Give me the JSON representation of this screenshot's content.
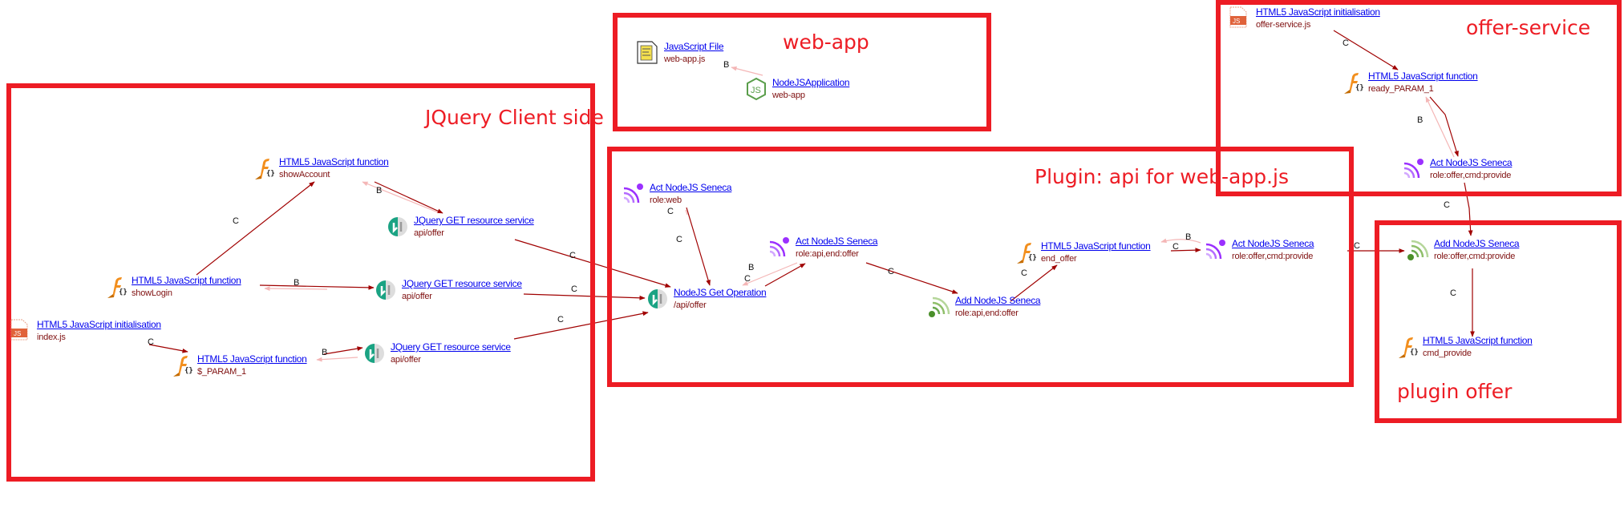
{
  "frames": [
    {
      "id": "jquery",
      "title": "JQuery Client side"
    },
    {
      "id": "webapp",
      "title": "web-app"
    },
    {
      "id": "plugin",
      "title": "Plugin: api for web-app.js"
    },
    {
      "id": "offerservice",
      "title": "offer-service"
    },
    {
      "id": "pluginoffer",
      "title": "plugin offer"
    }
  ],
  "nodes": [
    {
      "id": "showAccount",
      "type": "HTML5 JavaScript function",
      "name": "showAccount",
      "icon": "js-function-icon"
    },
    {
      "id": "jq1",
      "type": "JQuery GET resource service",
      "name": "api/offer",
      "icon": "get-resource-icon"
    },
    {
      "id": "showLogin",
      "type": "HTML5 JavaScript function",
      "name": "showLogin",
      "icon": "js-function-icon"
    },
    {
      "id": "jq2",
      "type": "JQuery GET resource service",
      "name": "api/offer",
      "icon": "get-resource-icon"
    },
    {
      "id": "indexjs",
      "type": "HTML5 JavaScript initialisation",
      "name": "index.js",
      "icon": "js-file-icon"
    },
    {
      "id": "param1",
      "type": "HTML5 JavaScript function",
      "name": "$_PARAM_1",
      "icon": "js-function-icon"
    },
    {
      "id": "jq3",
      "type": "JQuery GET resource service",
      "name": "api/offer",
      "icon": "get-resource-icon"
    },
    {
      "id": "webappjs",
      "type": "JavaScript File",
      "name": "web-app.js",
      "icon": "script-file-icon"
    },
    {
      "id": "nodeapp",
      "type": "NodeJSApplication",
      "name": "web-app",
      "icon": "nodejs-icon"
    },
    {
      "id": "actweb",
      "type": "Act NodeJS Seneca",
      "name": "role:web",
      "icon": "act-seneca-icon"
    },
    {
      "id": "getop",
      "type": "NodeJS Get Operation",
      "name": "/api/offer",
      "icon": "get-resource-icon"
    },
    {
      "id": "actapi",
      "type": "Act NodeJS Seneca",
      "name": "role:api,end:offer",
      "icon": "act-seneca-icon"
    },
    {
      "id": "addapi",
      "type": "Add NodeJS Seneca",
      "name": "role:api,end:offer",
      "icon": "add-seneca-icon"
    },
    {
      "id": "endoffer",
      "type": "HTML5 JavaScript function",
      "name": "end_offer",
      "icon": "js-function-icon"
    },
    {
      "id": "actoffer",
      "type": "Act NodeJS Seneca",
      "name": "role:offer,cmd:provide",
      "icon": "act-seneca-icon"
    },
    {
      "id": "offerjs",
      "type": "HTML5 JavaScript initialisation",
      "name": "offer-service.js",
      "icon": "js-file-icon"
    },
    {
      "id": "ready",
      "type": "HTML5 JavaScript function",
      "name": "ready_PARAM_1",
      "icon": "js-function-icon"
    },
    {
      "id": "actoffer2",
      "type": "Act NodeJS Seneca",
      "name": "role:offer,cmd:provide",
      "icon": "act-seneca-icon"
    },
    {
      "id": "addoffer",
      "type": "Add NodeJS Seneca",
      "name": "role:offer,cmd:provide",
      "icon": "add-seneca-icon"
    },
    {
      "id": "cmdprovide",
      "type": "HTML5 JavaScript function",
      "name": "cmd_provide",
      "icon": "js-function-icon"
    }
  ],
  "edge_labels": [
    "C",
    "B",
    "B",
    "C",
    "C",
    "C",
    "C",
    "B",
    "B",
    "C",
    "C",
    "B",
    "C",
    "C",
    "B",
    "C",
    "C",
    "B",
    "C",
    "C",
    "C",
    "C"
  ],
  "colors": {
    "frame": "#ed1c24",
    "edge": "#a00000",
    "edge_back": "#f4b6b6",
    "link": "#0000ee",
    "name": "#7f1010"
  }
}
